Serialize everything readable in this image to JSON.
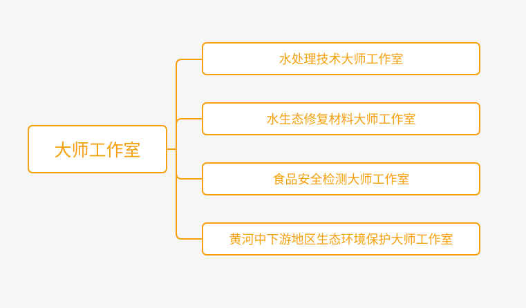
{
  "diagram": {
    "type": "mind-map",
    "accent_color": "#f5a00f",
    "root": {
      "label": "大师工作室"
    },
    "children": [
      {
        "label": "水处理技术大师工作室"
      },
      {
        "label": "水生态修复材料大师工作室"
      },
      {
        "label": "食品安全检测大师工作室"
      },
      {
        "label": "黄河中下游地区生态环境保护大师工作室"
      }
    ]
  }
}
